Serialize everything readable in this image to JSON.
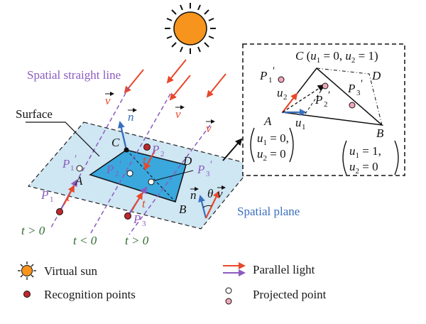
{
  "labels": {
    "spatial_line": "Spatial straight line",
    "surface": "Surface",
    "spatial_plane": "Spatial plane",
    "v": "v",
    "n": "n",
    "theta": "θ",
    "A": "A",
    "B": "B",
    "C": "C",
    "D": "D",
    "P1": "P",
    "P2": "P",
    "P3": "P",
    "sub1": "1",
    "sub2": "2",
    "sub3": "3",
    "prime": "′",
    "t": "t",
    "t_gt0": "t > 0",
    "t_lt0": "t < 0"
  },
  "inset": {
    "C_label": "C (u",
    "C_coords": "1 = 0, u",
    "C_end": "2 = 1)",
    "A": "A",
    "B": "B",
    "C": "C",
    "D": "D",
    "u1": "u",
    "u2": "u",
    "A_coord_1": "u1 = 0,",
    "A_coord_2": "u2 = 0",
    "B_coord_1": "u1 = 1,",
    "B_coord_2": "u2 = 0"
  },
  "legend": {
    "virtual_sun": "Virtual sun",
    "recognition_points": "Recognition points",
    "parallel_light": "Parallel light",
    "projected_point": "Projected point"
  },
  "colors": {
    "plane": "#cfe6f3",
    "surface": "#3aa7dd",
    "sun": "#f7941d",
    "light_red": "#e8482a",
    "purple": "#8c5bbf",
    "blue": "#3a6fbf",
    "point_red": "#c0282d",
    "point_pink": "#f2a7b8",
    "green": "#2e6b2e"
  }
}
